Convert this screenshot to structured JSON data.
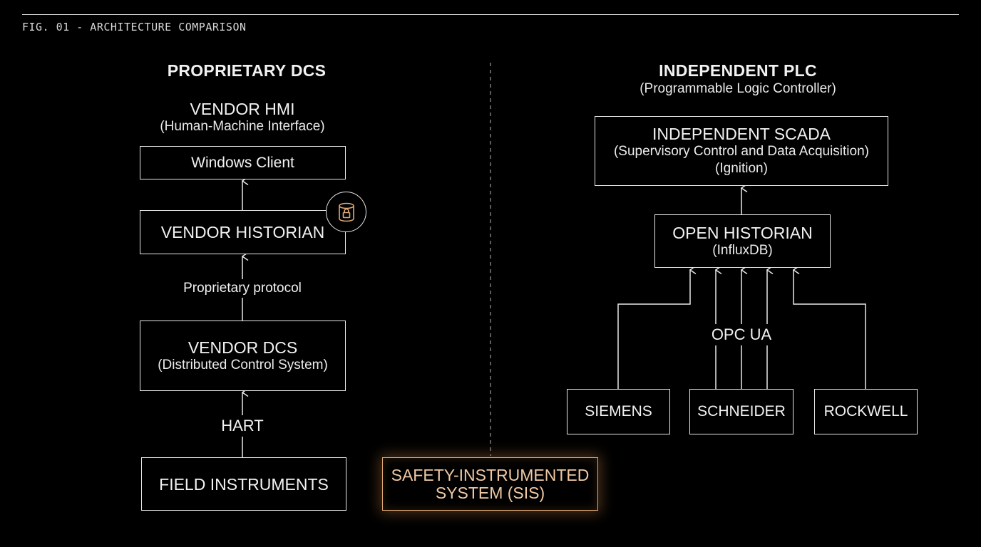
{
  "figure": {
    "label": "FIG. 01 - ARCHITECTURE COMPARISON"
  },
  "left": {
    "heading": "PROPRIETARY DCS",
    "hmi_title": "VENDOR HMI",
    "hmi_subtitle": "(Human-Machine Interface)",
    "windows_client": "Windows Client",
    "historian": "VENDOR HISTORIAN",
    "protocol_label": "Proprietary protocol",
    "dcs_title": "VENDOR DCS",
    "dcs_subtitle": "(Distributed Control System)",
    "hart_label": "HART",
    "field_instruments": "FIELD INSTRUMENTS"
  },
  "right": {
    "heading": "INDEPENDENT PLC",
    "heading_subtitle": "(Programmable Logic Controller)",
    "scada_title": "INDEPENDENT SCADA",
    "scada_subtitle": "(Supervisory Control and Data Acquisition)",
    "scada_product": "(Ignition)",
    "historian_title": "OPEN HISTORIAN",
    "historian_subtitle": "(InfluxDB)",
    "protocol_label": "OPC UA",
    "vendors": [
      "SIEMENS",
      "SCHNEIDER",
      "ROCKWELL"
    ]
  },
  "center": {
    "sis_line1": "SAFETY-INSTRUMENTED",
    "sis_line2": "SYSTEM (SIS)"
  },
  "icons": {
    "historian_badge": "database-lock-icon"
  },
  "colors": {
    "background": "#000000",
    "foreground": "#f2f2f2",
    "sis_accent": "#e0a877"
  }
}
